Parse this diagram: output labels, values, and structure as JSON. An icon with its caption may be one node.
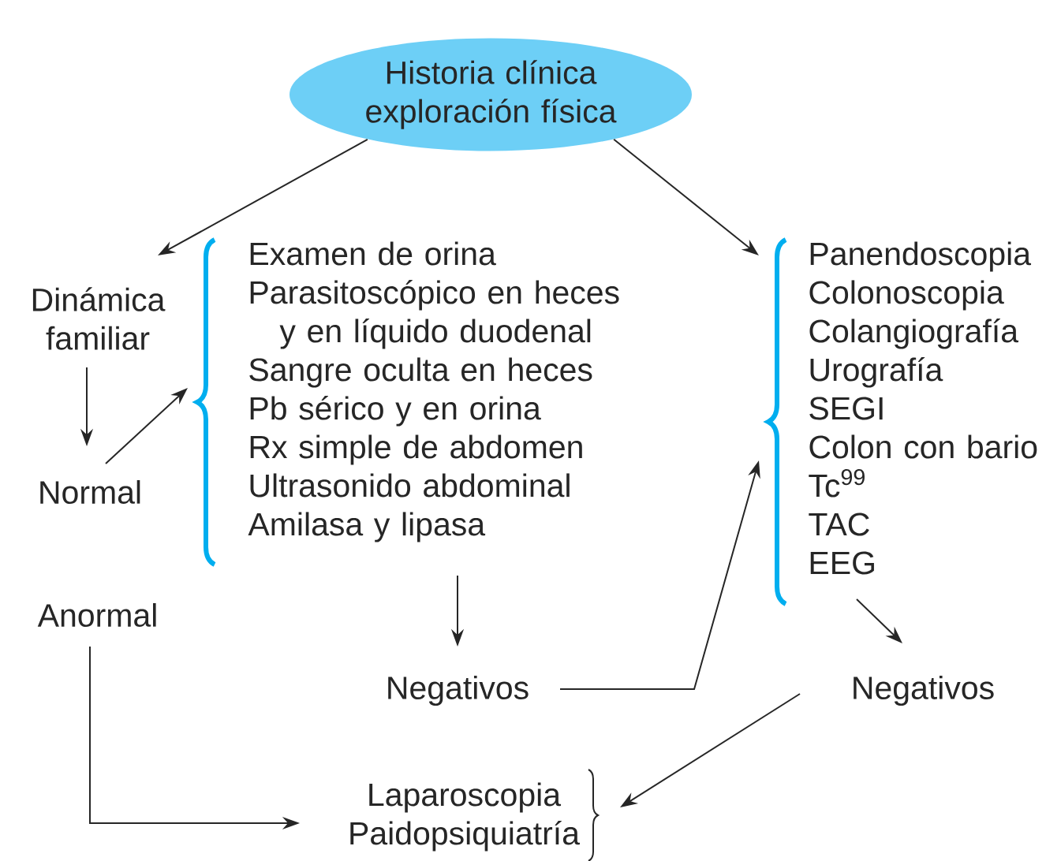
{
  "diagram": {
    "nodes": [
      {
        "text": [
          "Historia clínica exploración física"
        ]
      },
      {
        "text": [
          "Dinámica familiar"
        ]
      },
      {
        "text": [
          "Normal"
        ]
      },
      {
        "text": [
          "Anormal"
        ]
      },
      {
        "text": [
          "Examen de orina",
          "Parasitoscópico en heces y en líquido duodenal",
          "Sangre oculta en heces",
          "Pb sérico y en orina",
          "Rx simple de abdomen",
          "Ultrasonido abdominal",
          "Amilasa y lipasa"
        ]
      },
      {
        "text": [
          "Negativos"
        ]
      },
      {
        "text": [
          "Panendoscopia",
          "Colonoscopia",
          "Colangiografía",
          "Urografía",
          "SEGI",
          "Colon con bario",
          "Tc$^{99}$",
          "TAC",
          "EEG"
        ]
      },
      {
        "text": [
          "Negativos"
        ]
      },
      {
        "text": [
          "Laparoscopia",
          "Paidopsiquiatría"
        ]
      }
    ],
    "edges": [
      {
        "from": 0,
        "to": 1,
        "arrow": "to"
      },
      {
        "from": 0,
        "to": 6,
        "arrow": "to"
      },
      {
        "from": 1,
        "to": 2,
        "arrow": "to"
      },
      {
        "from": 2,
        "to": 4,
        "arrow": "to"
      },
      {
        "from": 4,
        "to": 5,
        "arrow": "to"
      },
      {
        "from": 5,
        "to": 6,
        "arrow": "to"
      },
      {
        "from": 6,
        "to": 7,
        "arrow": "to"
      },
      {
        "from": 7,
        "to": 8,
        "arrow": "to"
      },
      {
        "from": 3,
        "to": 8,
        "arrow": "to"
      }
    ]
  }
}
